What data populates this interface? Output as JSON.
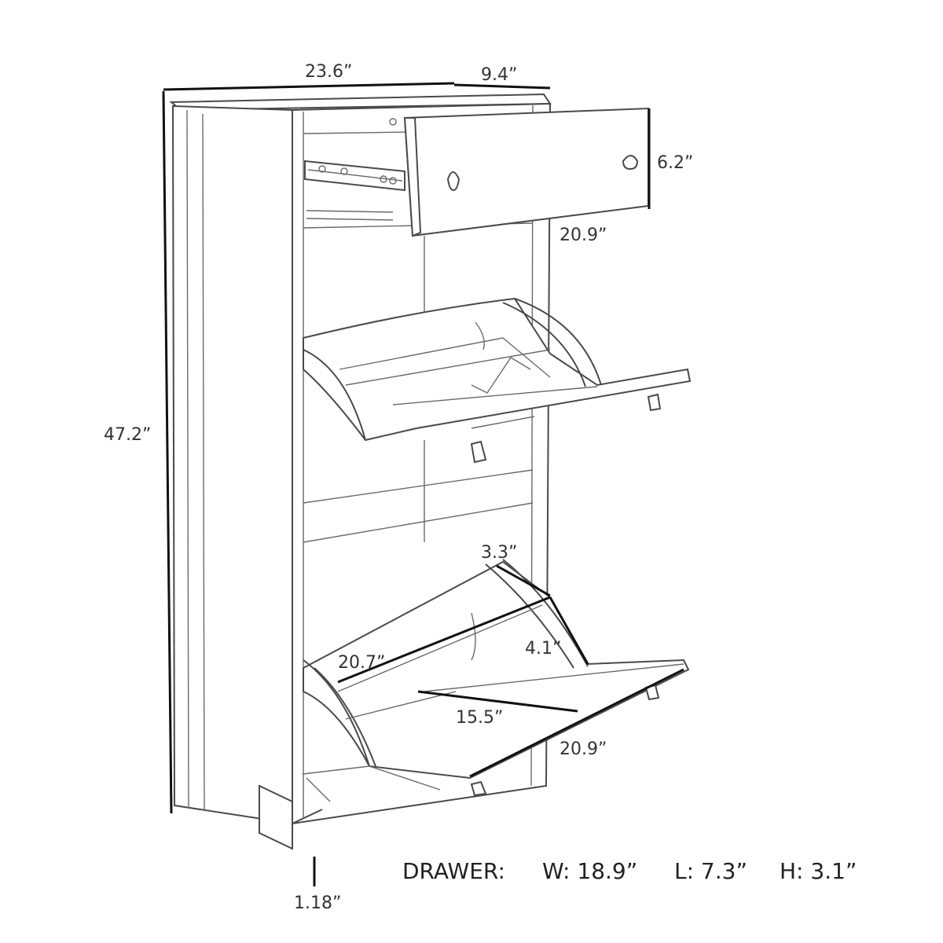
{
  "dimensions": {
    "width": "23.6”",
    "depth": "9.4”",
    "drawer_front_height": "6.2”",
    "drawer_front_width": "20.9”",
    "height": "47.2”",
    "flap_front_depth": "3.3”",
    "flap_inner_width": "20.7”",
    "flap_arc_depth": "4.1”",
    "flap_opening": "15.5”",
    "flap_front_width": "20.9”",
    "leg_height": "1.18”"
  },
  "drawer_spec": {
    "label": "DRAWER:",
    "w": "W:  18.9”",
    "l": "L:  7.3”",
    "h": "H:  3.1”"
  }
}
